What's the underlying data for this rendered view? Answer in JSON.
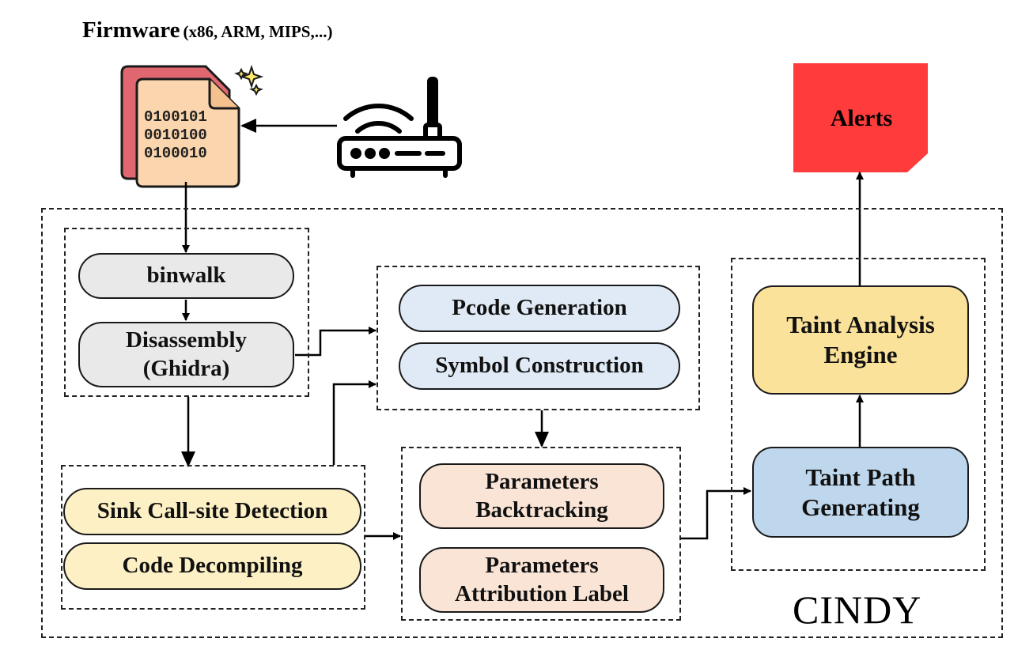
{
  "header": {
    "title": "Firmware",
    "subtitle": "(x86, ARM, MIPS,...)"
  },
  "firmware_file": {
    "binary_lines": [
      "0100101",
      "0010100",
      "0100010"
    ]
  },
  "alerts": {
    "label": "Alerts",
    "color": "#ff3b3b"
  },
  "system_label": "CINDY",
  "stages": {
    "binwalk": "binwalk",
    "disassembly": "Disassembly\n(Ghidra)",
    "pcode": "Pcode Generation",
    "symbol": "Symbol Construction",
    "sink": "Sink Call-site Detection",
    "decompile": "Code Decompiling",
    "params_backtracking": "Parameters\nBacktracking",
    "params_attribution": "Parameters\nAttribution  Label",
    "taint_path": "Taint Path\nGenerating",
    "taint_engine": "Taint Analysis\nEngine"
  },
  "colors": {
    "gray": "#e9e9e9",
    "light_blue": "#dfeaf6",
    "light_yellow": "#fdf0c4",
    "peach": "#f9e4d6",
    "blue": "#bfd7ec",
    "gold": "#fbe29a",
    "file_front": "#fbd5ad",
    "file_back": "#e06670"
  }
}
